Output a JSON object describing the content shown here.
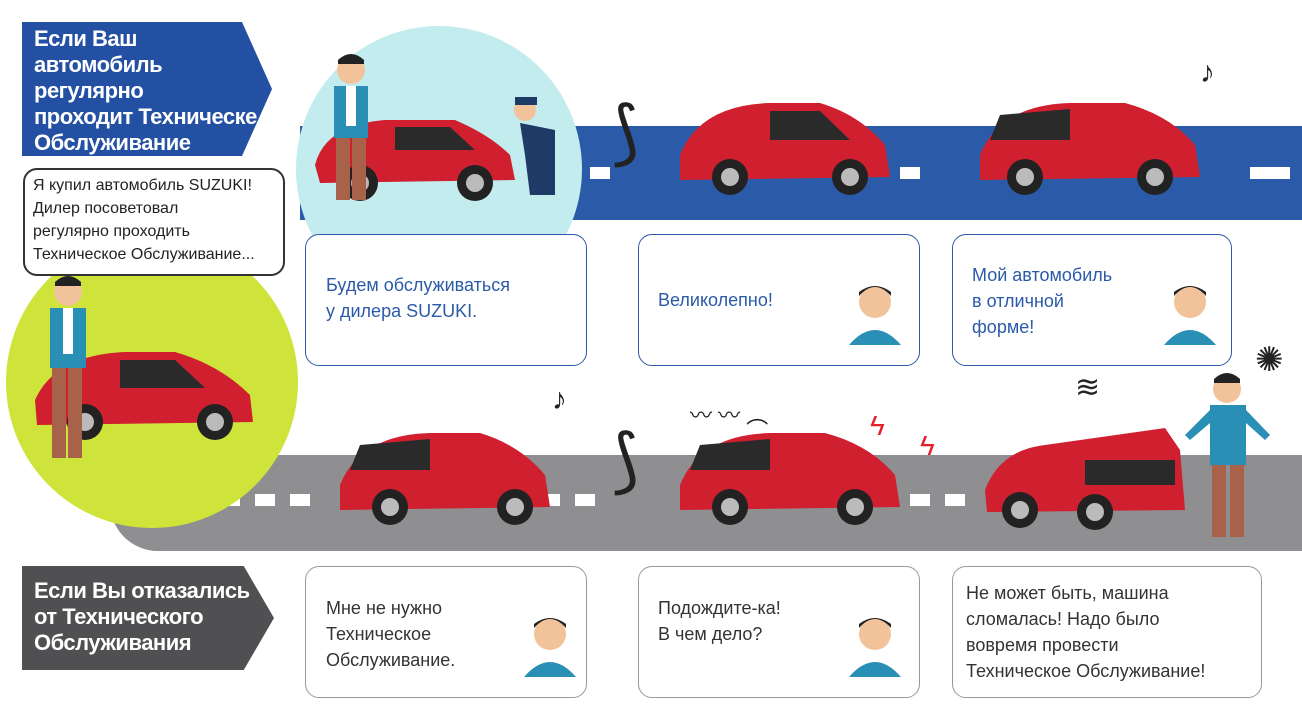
{
  "banners": {
    "top": "Если Ваш\nавтомобиль регулярно\nпроходит Техническе\nОбслуживание",
    "bottom": "Если Вы отказались\nот Технического\nОбслуживания"
  },
  "intro_speech": "Я купил автомобиль SUZUKI!\nДилер посоветовал\nрегулярно проходить\nТехническое Обслуживание...",
  "top_bubbles": [
    "Будем обслуживаться\nу дилера SUZUKI.",
    "Великолепно!",
    "Мой автомобиль\nв отличной\nформе!"
  ],
  "bottom_bubbles": [
    "Мне не нужно\nТехническое\nОбслуживание.",
    "Подождите-ка!\nВ чем дело?",
    "Не может быть, машина\nсломалась! Надо было\nвовремя провести\nТехническое Обслуживание!"
  ],
  "icons": [
    "music-note-icon",
    "car-icon",
    "person-icon",
    "mechanic-icon",
    "driver-face-icon",
    "smoke-icon",
    "spark-icon"
  ],
  "colors": {
    "blue": "#2b5aa8",
    "car_red": "#d01f2e",
    "gray_road": "#8f8f92",
    "teal": "#c3ecef",
    "lime": "#cfe43a"
  }
}
